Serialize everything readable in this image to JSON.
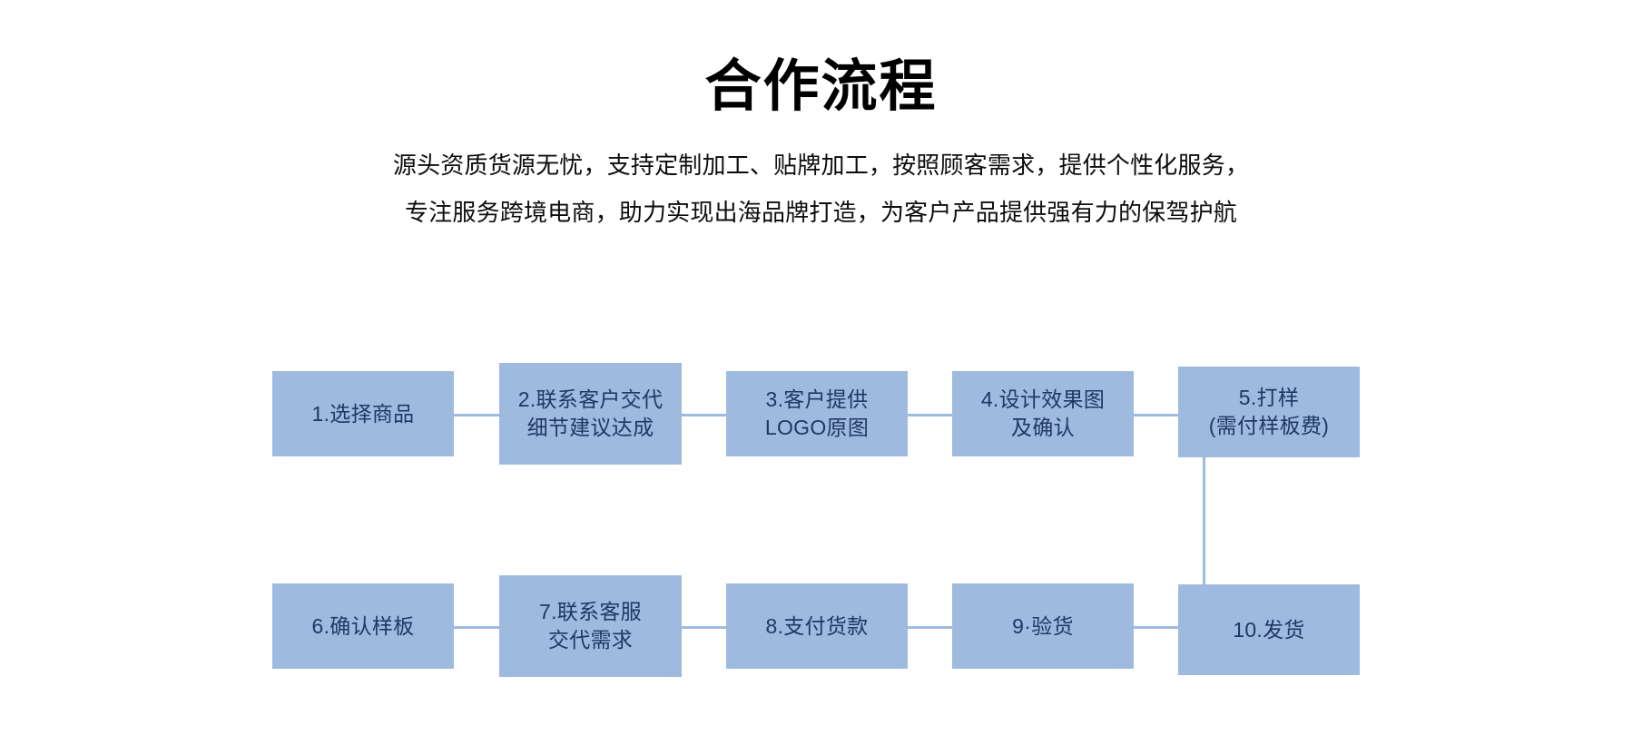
{
  "header": {
    "title": "合作流程",
    "subtitle_lines": [
      "源头资质货源无忧，支持定制加工、贴牌加工，按照顾客需求，提供个性化服务，",
      "专注服务跨境电商，助力实现出海品牌打造，为客户产品提供强有力的保驾护航"
    ]
  },
  "colors": {
    "node_fill": "#9FBADF",
    "node_text": "#1F3864",
    "connector": "#9FBADF",
    "title_text": "#000000",
    "background": "#FFFFFF"
  },
  "flow": {
    "rows": [
      {
        "nodes": [
          {
            "id": "step-1",
            "lines": [
              "1.选择商品"
            ]
          },
          {
            "id": "step-2",
            "lines": [
              "2.联系客户交代",
              "细节建议达成"
            ]
          },
          {
            "id": "step-3",
            "lines": [
              "3.客户提供",
              "LOGO原图"
            ]
          },
          {
            "id": "step-4",
            "lines": [
              "4.设计效果图",
              "及确认"
            ]
          },
          {
            "id": "step-5",
            "lines": [
              "5.打样",
              "(需付样板费)"
            ]
          }
        ]
      },
      {
        "nodes": [
          {
            "id": "step-6",
            "lines": [
              "6.确认样板"
            ]
          },
          {
            "id": "step-7",
            "lines": [
              "7.联系客服",
              "交代需求"
            ]
          },
          {
            "id": "step-8",
            "lines": [
              "8.支付货款"
            ]
          },
          {
            "id": "step-9",
            "lines": [
              "9·验货"
            ]
          },
          {
            "id": "step-10",
            "lines": [
              "10.发货"
            ]
          }
        ]
      }
    ]
  }
}
